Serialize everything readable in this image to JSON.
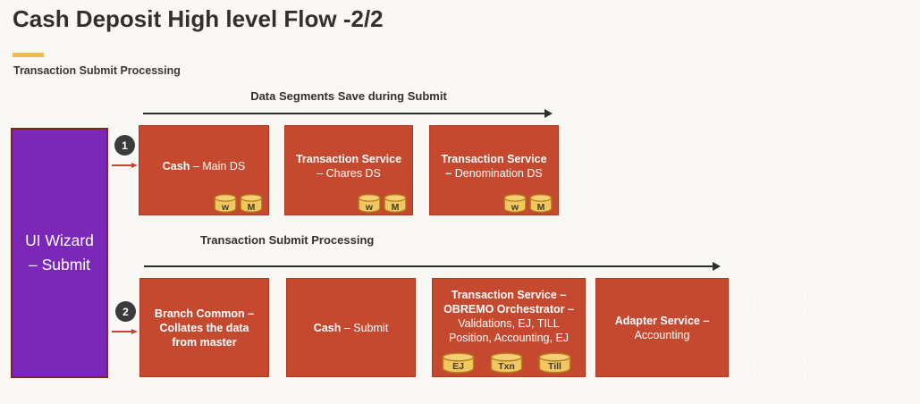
{
  "page": {
    "title": "Cash Deposit High level Flow -2/2",
    "section_label": "Transaction Submit Processing"
  },
  "colors": {
    "background": "#FAF8F4",
    "box_red": "#C5492F",
    "box_red_border": "#AB3A27",
    "purple": "#7B28B9",
    "purple_border": "#7E2A12",
    "accent_yellow": "#EFBD4B",
    "cylinder_gold": "#F3C75F",
    "cylinder_border": "#B17F1D",
    "badge_dark": "#3B3B3B",
    "red_arrow": "#C3453A",
    "black_arrow": "#2E2E2E"
  },
  "sidebar": {
    "label": "UI Wizard – Submit"
  },
  "flow1": {
    "step": "1",
    "arrow_label": "Data Segments Save during Submit",
    "boxes": [
      {
        "bold": "Cash",
        "rest": " – Main DS",
        "cylinders": [
          {
            "label": "w"
          },
          {
            "label": "M"
          }
        ]
      },
      {
        "bold": "Transaction Service",
        "rest": " – Chares DS",
        "cylinders": [
          {
            "label": "w"
          },
          {
            "label": "M"
          }
        ]
      },
      {
        "bold": "Transaction Service –",
        "rest": " Denomination  DS",
        "cylinders": [
          {
            "label": "w"
          },
          {
            "label": "M"
          }
        ]
      }
    ]
  },
  "flow2": {
    "step": "2",
    "arrow_label": "Transaction Submit Processing",
    "boxes": [
      {
        "bold": "Branch Common – Collates the data from master",
        "rest": ""
      },
      {
        "bold": "Cash",
        "rest": " – Submit"
      },
      {
        "bold": "Transaction Service – OBREMO Orchestrator –",
        "rest": " Validations, EJ, TILL Position, Accounting, EJ",
        "cylinders": [
          {
            "label": "EJ"
          },
          {
            "label": "Txn"
          },
          {
            "label": "Till"
          }
        ]
      },
      {
        "bold": "Adapter  Service –",
        "rest": " Accounting"
      }
    ]
  }
}
